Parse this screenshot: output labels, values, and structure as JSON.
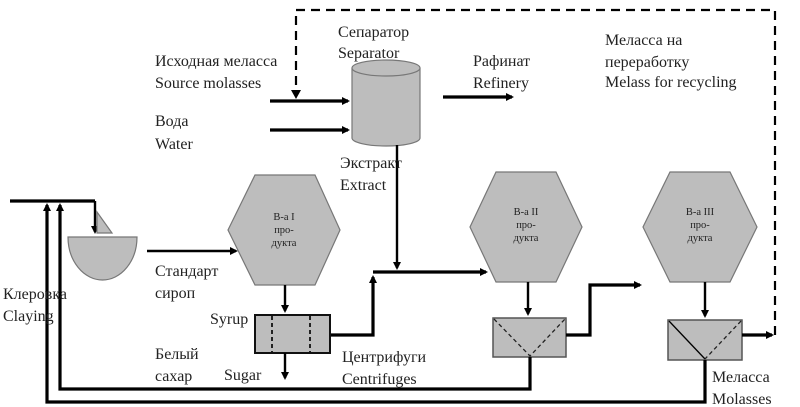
{
  "separator": {
    "label_ru": "Сепаратор",
    "label_en": "Separator"
  },
  "source_molasses": {
    "label_ru": "Исходная меласса",
    "label_en": "Source molasses"
  },
  "water": {
    "label_ru": "Вода",
    "label_en": "Water"
  },
  "refinery": {
    "label_ru": "Рафинат",
    "label_en": "Refinery"
  },
  "recycling": {
    "line1": "Меласса на",
    "line2": "переработку",
    "line3": "Melass for recycling"
  },
  "extract": {
    "label_ru": "Экстракт",
    "label_en": "Extract"
  },
  "claying": {
    "label_ru": "Клеровка",
    "label_en": "Claying"
  },
  "standard_syrup": {
    "line1": "Стандарт",
    "line2": "сироп"
  },
  "syrup": {
    "label_en": "Syrup"
  },
  "white_sugar": {
    "line1": "Белый",
    "line2": "сахар"
  },
  "sugar": {
    "label_en": "Sugar"
  },
  "centrifuges": {
    "label_ru": "Центрифуги",
    "label_en": "Centrifuges"
  },
  "molasses": {
    "label_ru": "Меласса",
    "label_en": "Molasses"
  },
  "vacuum_pans": [
    {
      "line1": "В-а I",
      "line2": "про-",
      "line3": "дукта"
    },
    {
      "line1": "В-а II",
      "line2": "про-",
      "line3": "дукта"
    },
    {
      "line1": "В-а III",
      "line2": "про-",
      "line3": "дукта"
    }
  ]
}
